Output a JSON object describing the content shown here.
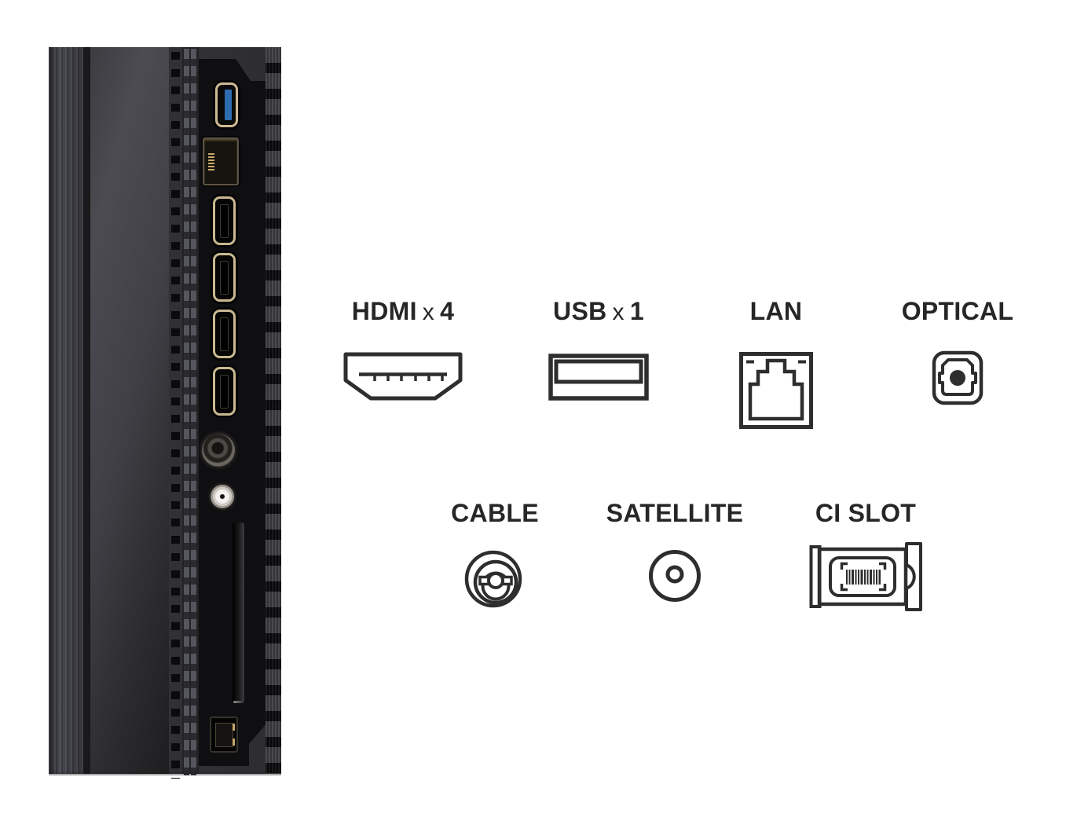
{
  "ports": {
    "hdmi": {
      "label": "HDMI",
      "times": "x",
      "count": "4"
    },
    "usb": {
      "label": "USB",
      "times": "x",
      "count": "1"
    },
    "lan": {
      "label": "LAN"
    },
    "optical": {
      "label": "OPTICAL"
    },
    "cable": {
      "label": "CABLE"
    },
    "satellite": {
      "label": "SATELLITE"
    },
    "ci_slot": {
      "label": "CI SLOT"
    }
  },
  "colors": {
    "line_art": "#2e2e2e",
    "label_text": "#262626",
    "background": "#ffffff",
    "tv_port_gold": "#c9b890",
    "tv_usb_blue": "#2e6cb0"
  }
}
